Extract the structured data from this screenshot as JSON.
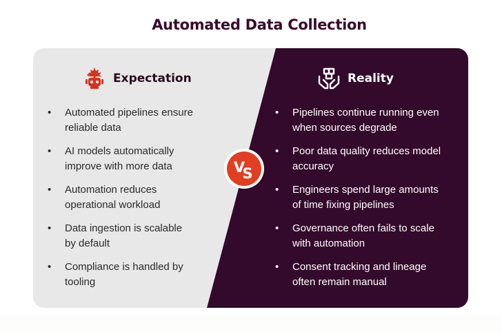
{
  "title": "Automated Data Collection",
  "colors": {
    "title": "#3a0a2c",
    "left_panel": "#e8e8e8",
    "right_panel": "#330a2b",
    "vs_badge": "#e23e22",
    "accent_icon": "#d8321e"
  },
  "expectation": {
    "heading": "Expectation",
    "icon": "robot-maple-leaf-icon",
    "items": [
      {
        "line1": "Automated pipelines ensure",
        "line2": "reliable data"
      },
      {
        "line1": "AI models automatically",
        "line2": "improve with more data"
      },
      {
        "line1": "Automation reduces",
        "line2": "operational workload"
      },
      {
        "line1": "Data ingestion is scalable",
        "line2": "by default"
      },
      {
        "line1": "Compliance is handled by",
        "line2": "tooling"
      }
    ]
  },
  "reality": {
    "heading": "Reality",
    "icon": "hands-holding-box-icon",
    "items": [
      {
        "line1": "Pipelines continue running even",
        "line2": "when sources degrade"
      },
      {
        "line1": "Poor data quality reduces model",
        "line2": "accuracy"
      },
      {
        "line1": "Engineers spend large amounts",
        "line2": "of time fixing pipelines"
      },
      {
        "line1": "Governance often fails to scale",
        "line2": "with automation"
      },
      {
        "line1": "Consent tracking and lineage",
        "line2": "often remain manual"
      }
    ]
  },
  "vs": {
    "v": "V",
    "s": "S"
  },
  "bullet_char": "•"
}
